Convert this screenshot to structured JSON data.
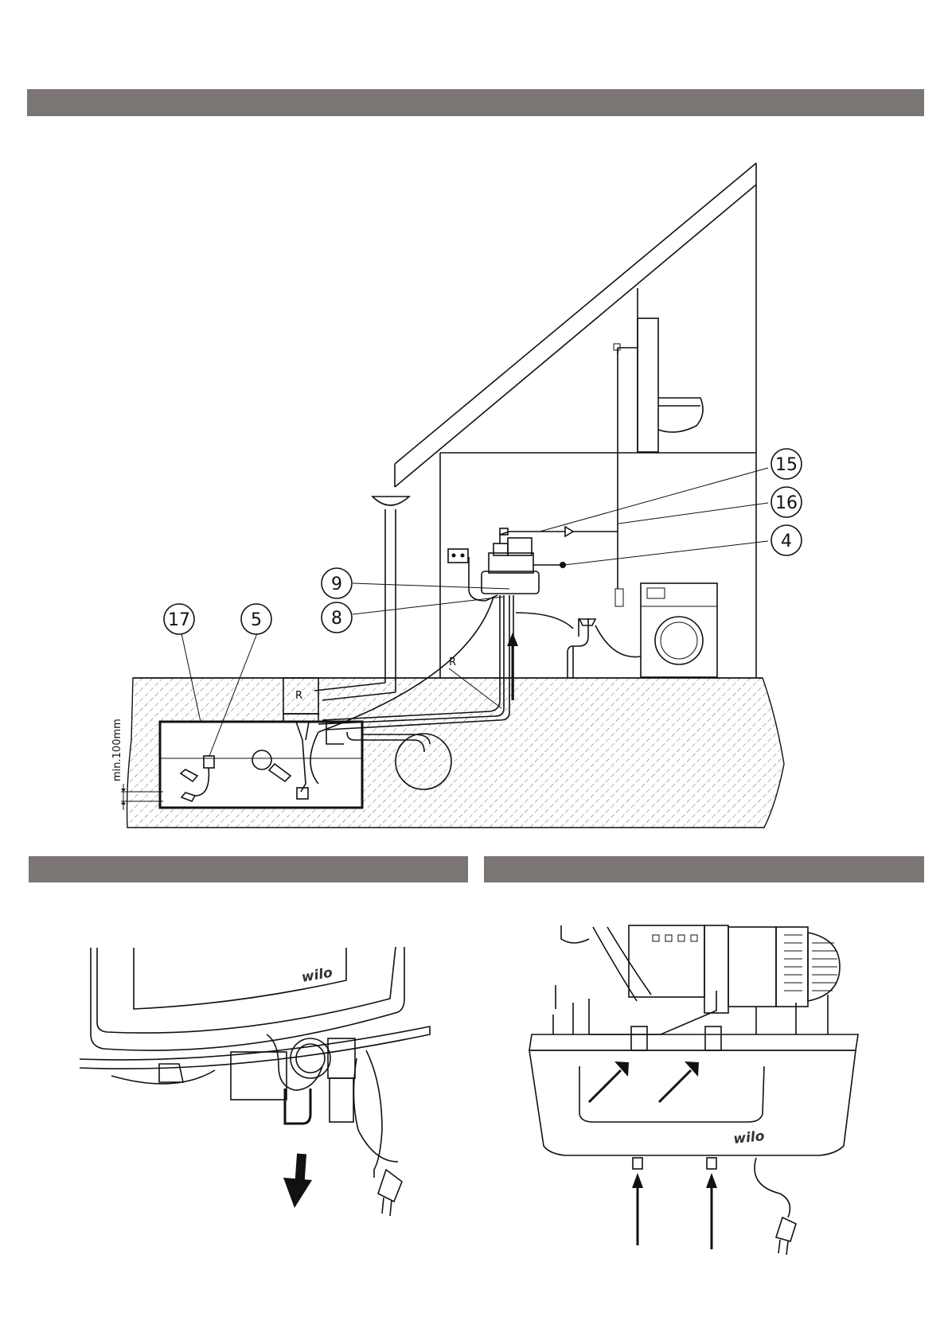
{
  "callouts": {
    "c15": "15",
    "c16": "16",
    "c4": "4",
    "c9": "9",
    "c8": "8",
    "c17": "17",
    "c5": "5"
  },
  "labels": {
    "r_upper": "R",
    "r_lower": "R",
    "min_depth": "min.100mm"
  },
  "logos": {
    "left": "wilo",
    "right": "wilo"
  },
  "colors": {
    "section_bar": "#7b7574",
    "line": "#111111"
  }
}
